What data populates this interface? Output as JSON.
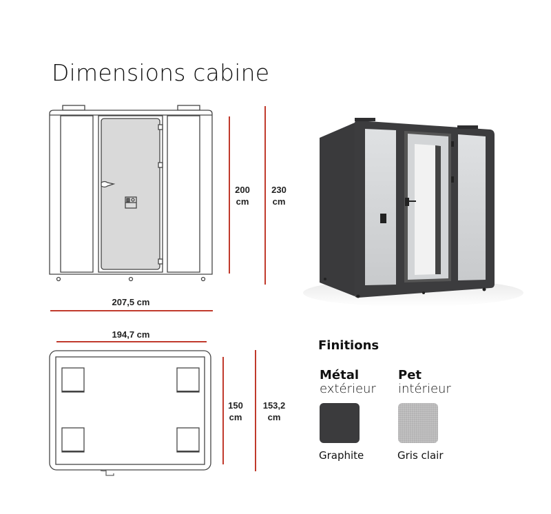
{
  "page": {
    "title": "Dimensions cabine"
  },
  "front_view": {
    "height_inner": {
      "value": "200",
      "unit": "cm"
    },
    "height_outer": {
      "value": "230",
      "unit": "cm"
    },
    "width_outer": "207,5 cm"
  },
  "top_view": {
    "width_inner": "194,7 cm",
    "depth_inner": {
      "value": "150",
      "unit": "cm"
    },
    "depth_outer": {
      "value": "153,2",
      "unit": "cm"
    }
  },
  "finishes": {
    "title": "Finitions",
    "items": [
      {
        "material": "Métal",
        "location": "extérieur",
        "color_name": "Graphite",
        "color": "#3b3b3d"
      },
      {
        "material": "Pet",
        "location": "intérieur",
        "color_name": "Gris clair",
        "color": "#b4b3b4"
      }
    ]
  },
  "colors": {
    "dimension_line": "#c0392b",
    "drawing_stroke": "#444444",
    "door_glass": "#d9d9d9"
  }
}
